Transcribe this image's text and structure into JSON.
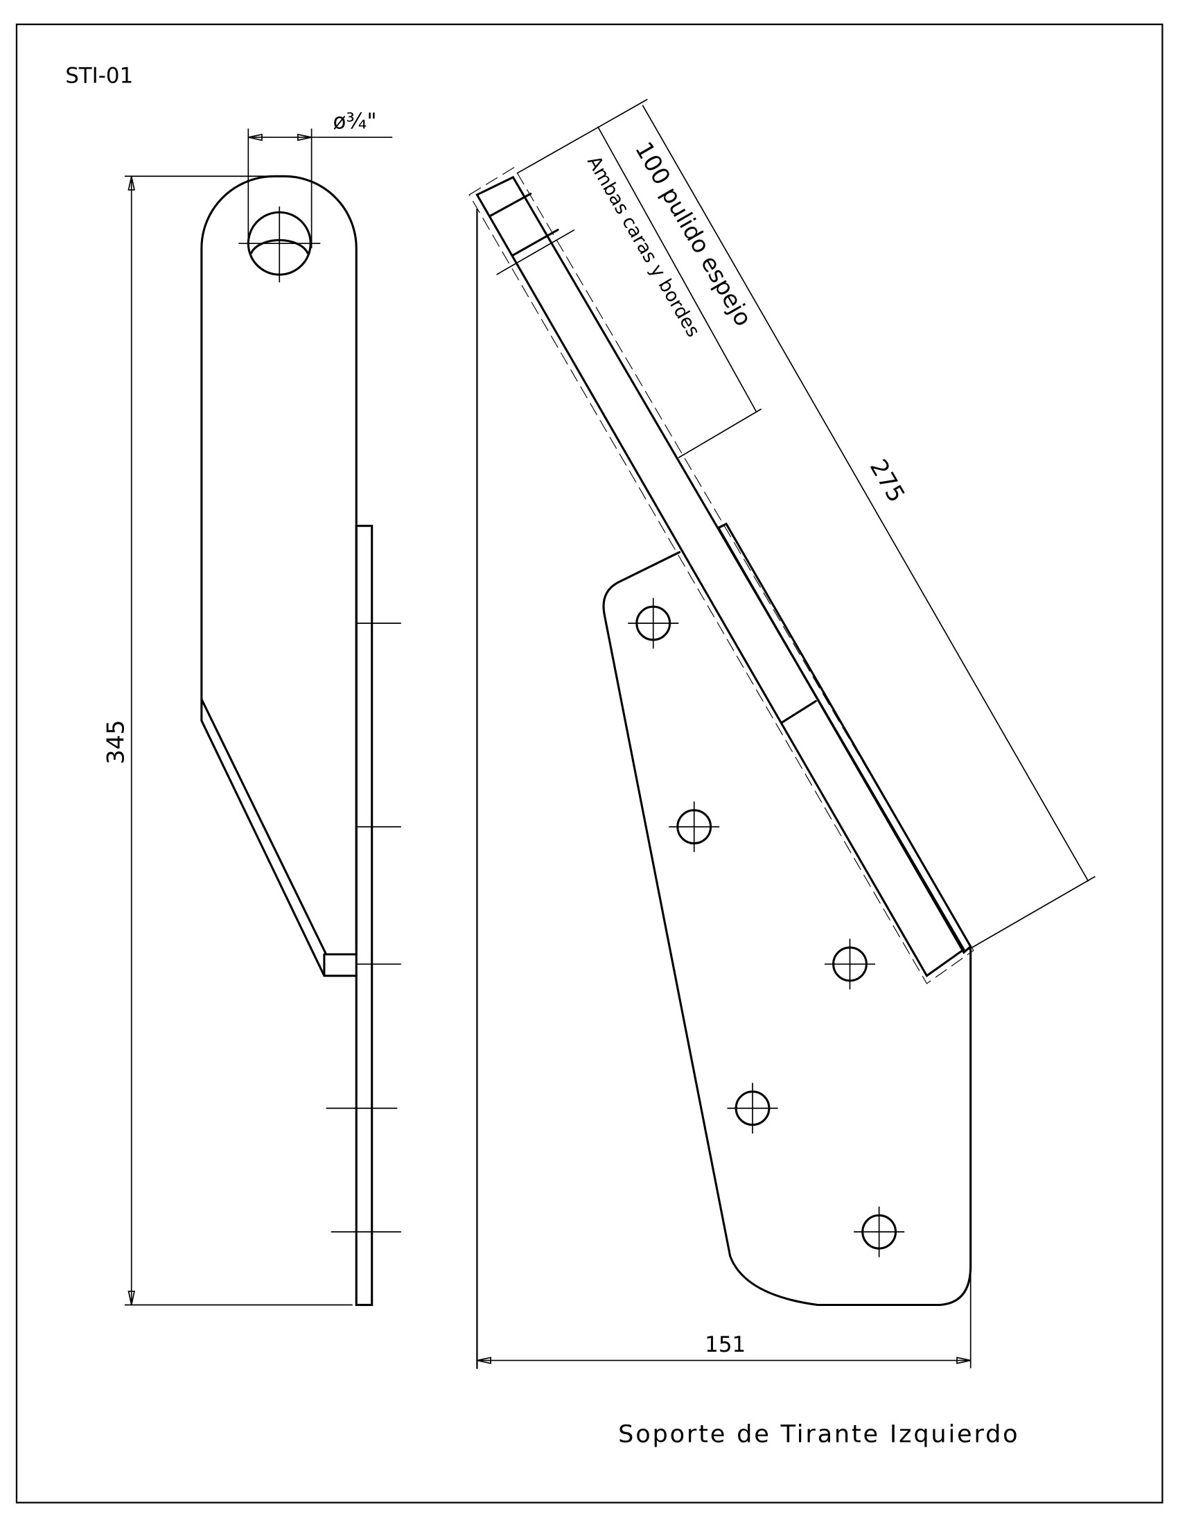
{
  "drawing": {
    "code": "STI-01",
    "title": "Soporte de Tirante Izquierdo",
    "dimensions": {
      "hole_diameter": "ø¾\"",
      "height": "345",
      "width": "151",
      "bar_length": "275",
      "polish_length": "100 pulido espejo"
    },
    "notes": {
      "polish_note": "Ambas caras y bordes"
    },
    "colors": {
      "ink": "#000000",
      "paper": "#ffffff"
    }
  }
}
